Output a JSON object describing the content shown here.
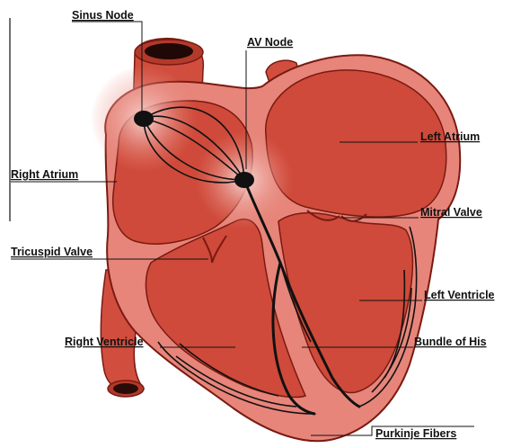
{
  "labels": {
    "sinus_node": "Sinus Node",
    "av_node": "AV Node",
    "left_atrium": "Left Atrium",
    "right_atrium": "Right Atrium",
    "mitral_valve": "Mitral Valve",
    "tricuspid_valve": "Tricuspid Valve",
    "left_ventricle": "Left Ventricle",
    "right_ventricle": "Right Ventricle",
    "bundle_of_his": "Bundle of His",
    "purkinje_fibers": "Purkinje Fibers"
  },
  "colors": {
    "myocardium": "#d9584a",
    "chamber": "#cf4a3a",
    "septum_pink": "#f2a8a8",
    "outline": "#7a1a12",
    "conduction": "#111111"
  }
}
